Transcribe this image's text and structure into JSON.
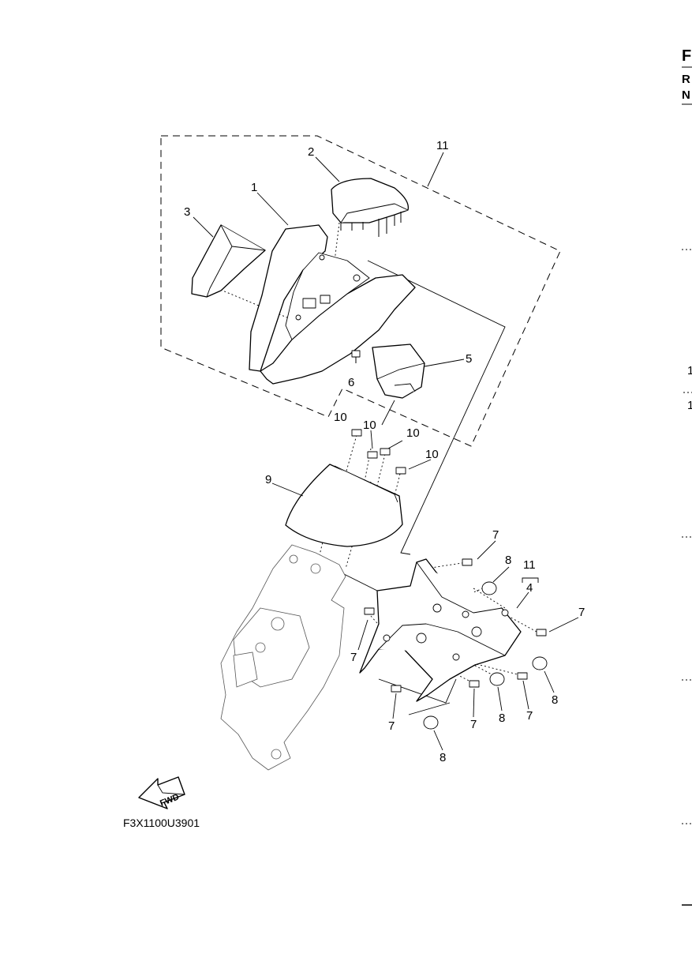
{
  "diagram_code": "F3X1100U3901",
  "fwd_label": "FWD",
  "edge_text": {
    "f": "F",
    "r": "R",
    "n": "N",
    "one_a": "1",
    "one_b": "1"
  },
  "callouts": {
    "c1": "1",
    "c2": "2",
    "c3": "3",
    "c4": "4",
    "c5": "5",
    "c6": "6",
    "c7a": "7",
    "c7b": "7",
    "c7c": "7",
    "c7d": "7",
    "c7e": "7",
    "c7f": "7",
    "c8a": "8",
    "c8b": "8",
    "c8c": "8",
    "c8d": "8",
    "c9": "9",
    "c10a": "10",
    "c10b": "10",
    "c10c": "10",
    "c10d": "10",
    "c11a": "11",
    "c11b": "11"
  }
}
